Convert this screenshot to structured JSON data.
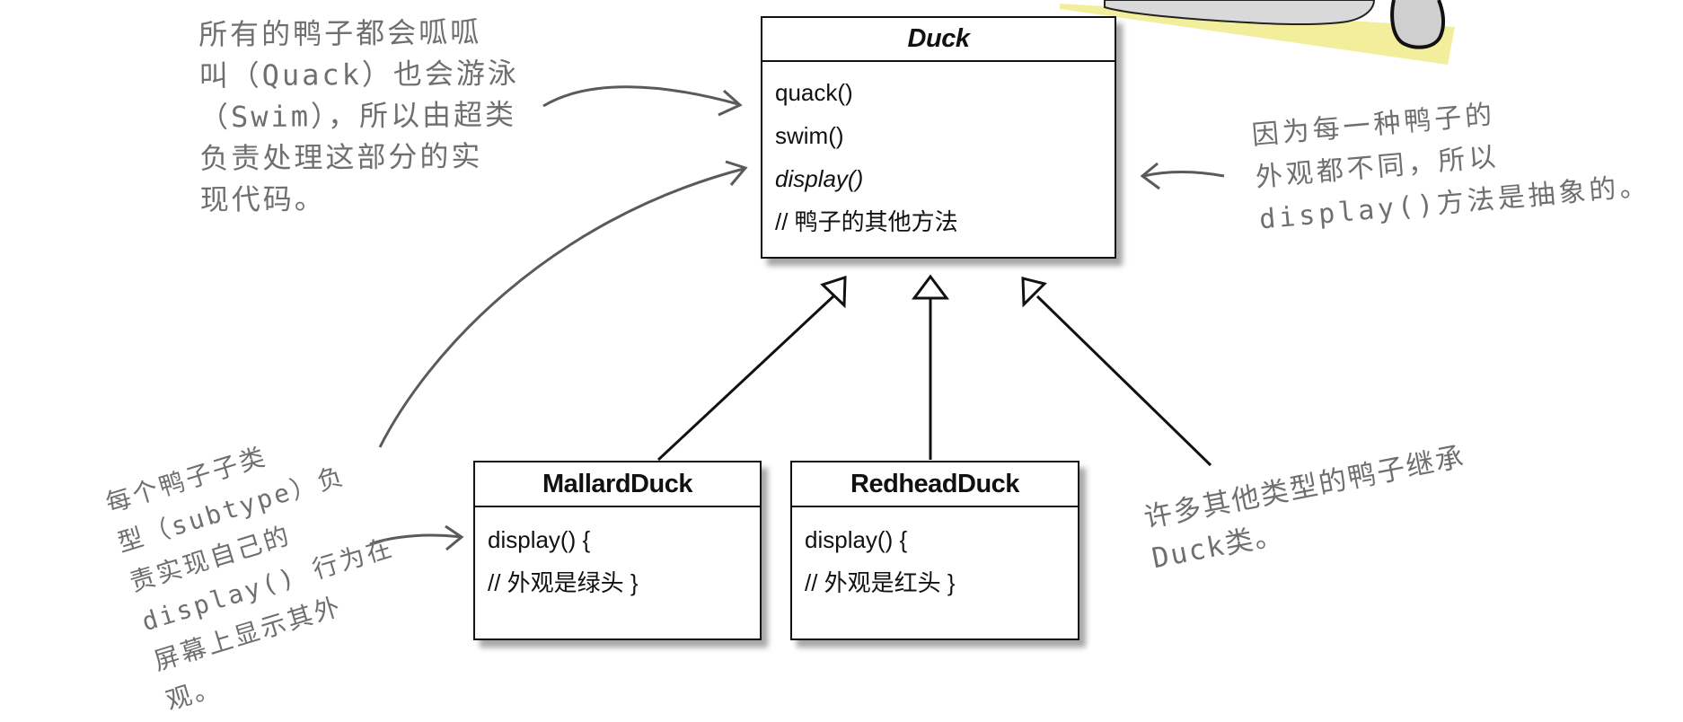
{
  "classes": {
    "duck": {
      "name": "Duck",
      "methods": [
        "quack()",
        "swim()",
        "display()",
        "// 鸭子的其他方法"
      ]
    },
    "mallard": {
      "name": "MallardDuck",
      "methods": [
        "display() {",
        "// 外观是绿头 }"
      ]
    },
    "redhead": {
      "name": "RedheadDuck",
      "methods": [
        "display() {",
        "// 外观是红头 }"
      ]
    }
  },
  "notes": {
    "top_left": [
      "所有的鸭子都会呱呱",
      "叫（Quack）也会游泳",
      "（Swim），所以由超类",
      "负责处理这部分的实",
      "现代码。"
    ],
    "right": [
      "因为每一种鸭子的",
      "外观都不同，所以",
      "display()方法是抽象的。"
    ],
    "bottom_left": [
      "每个鸭子子类",
      "型（subtype）负",
      "责实现自己的",
      "display() 行为在",
      "屏幕上显示其外",
      "观。"
    ],
    "bottom_right": [
      "许多其他类型的鸭子继承",
      "Duck类。"
    ]
  },
  "colors": {
    "line": "#111111",
    "annotation_text": "#6f6f6f",
    "annotation_arrow": "#5a5a5a",
    "highlight": "#f3ee9c"
  }
}
